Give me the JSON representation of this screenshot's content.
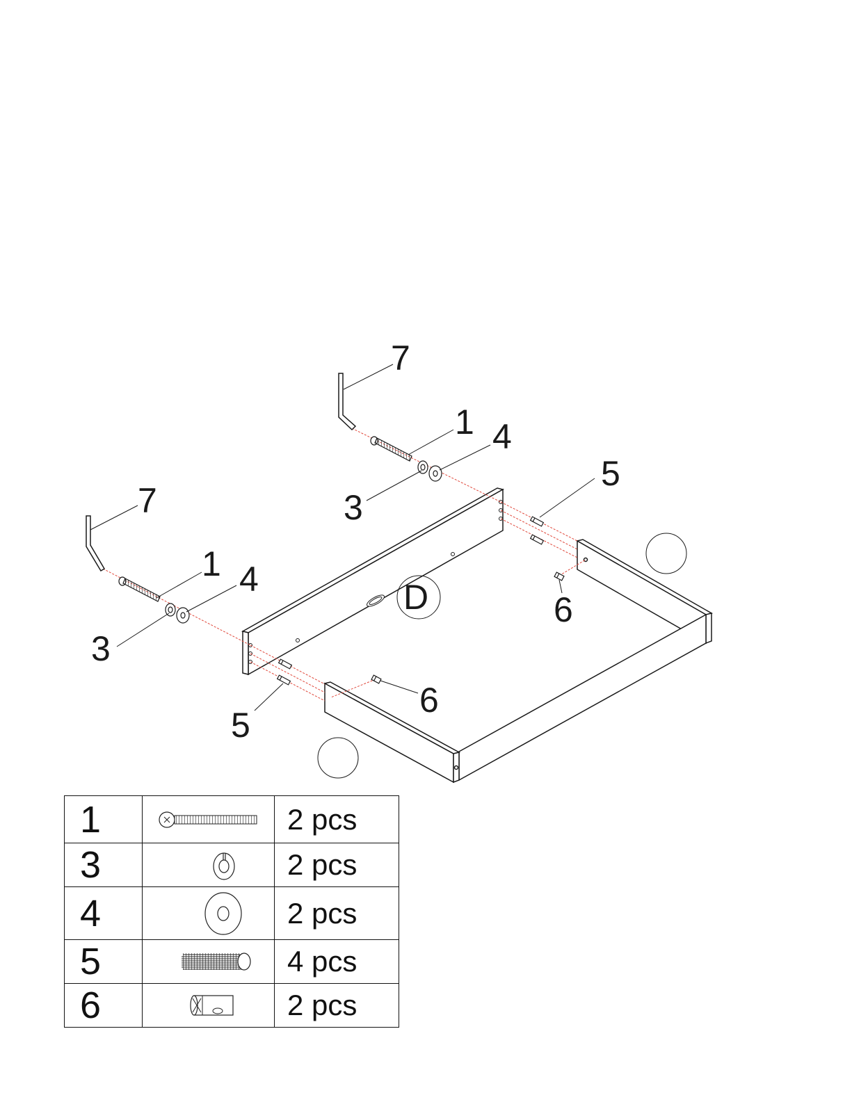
{
  "diagram": {
    "circle_label": "D",
    "callouts": {
      "hex_key": "7",
      "bolt": "1",
      "lock_washer": "3",
      "flat_washer": "4",
      "dowel": "5",
      "barrel_nut": "6"
    },
    "line_colors": {
      "parts": "#1a1a1a",
      "assembly_guides": "#e0473a"
    }
  },
  "parts_table": {
    "rows": [
      {
        "number": "1",
        "icon": "bolt-icon",
        "quantity": "2 pcs"
      },
      {
        "number": "3",
        "icon": "lock-washer-icon",
        "quantity": "2 pcs"
      },
      {
        "number": "4",
        "icon": "flat-washer-icon",
        "quantity": "2 pcs"
      },
      {
        "number": "5",
        "icon": "wood-dowel-icon",
        "quantity": "4 pcs"
      },
      {
        "number": "6",
        "icon": "barrel-nut-icon",
        "quantity": "2 pcs"
      }
    ]
  }
}
